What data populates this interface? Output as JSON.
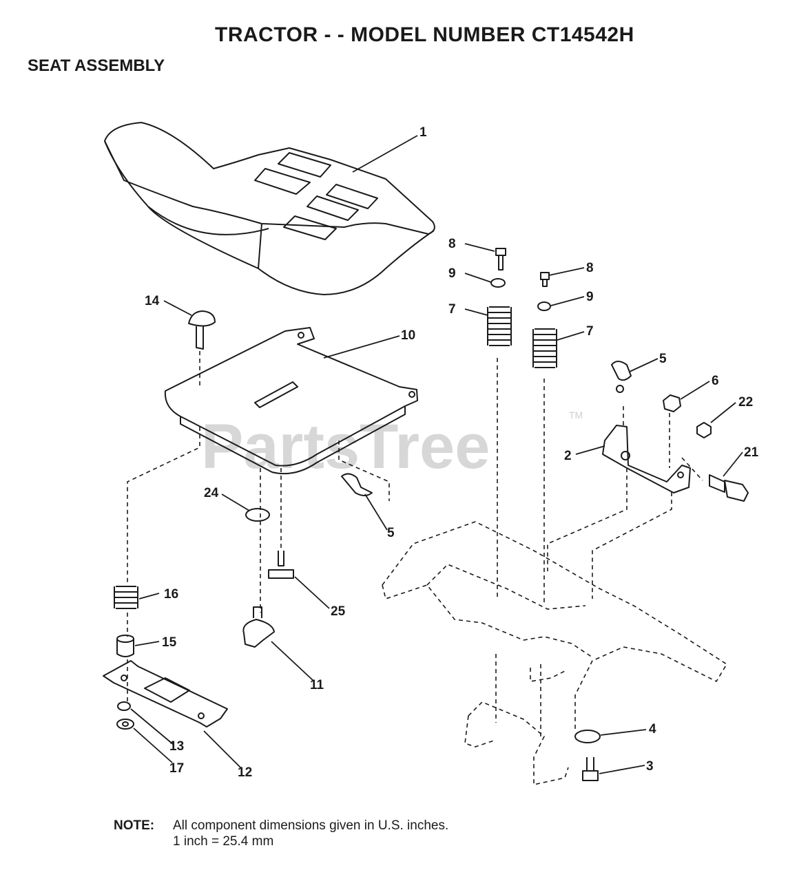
{
  "header": {
    "title": "TRACTOR - - MODEL NUMBER CT14542H",
    "section": "SEAT ASSEMBLY"
  },
  "watermark": {
    "text": "PartsTree",
    "tm": "TM"
  },
  "callouts": {
    "c1": "1",
    "c2": "2",
    "c3": "3",
    "c4": "4",
    "c5a": "5",
    "c5b": "5",
    "c6": "6",
    "c7a": "7",
    "c7b": "7",
    "c8a": "8",
    "c8b": "8",
    "c9a": "9",
    "c9b": "9",
    "c10": "10",
    "c11": "11",
    "c12": "12",
    "c13": "13",
    "c14": "14",
    "c15": "15",
    "c16": "16",
    "c17": "17",
    "c21": "21",
    "c22": "22",
    "c24": "24",
    "c25": "25"
  },
  "note": {
    "label": "NOTE:",
    "line1": "All component dimensions given in U.S. inches.",
    "line2": "1 inch = 25.4 mm"
  }
}
